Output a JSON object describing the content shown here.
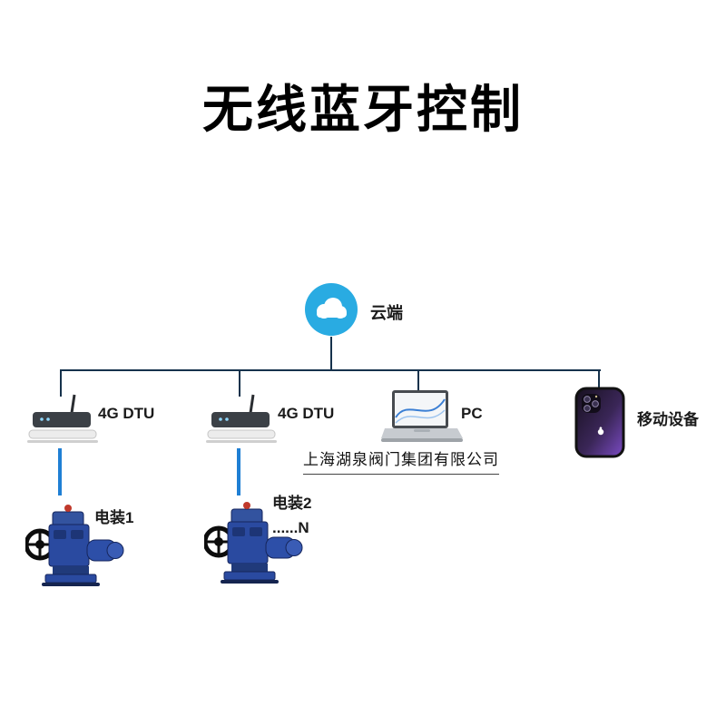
{
  "title": "无线蓝牙控制",
  "watermark": "上海湖泉阀门集团有限公司",
  "nodes": {
    "cloud": {
      "label": "云端",
      "icon": "cloud-icon"
    },
    "dtu1": {
      "label": "4G DTU",
      "icon": "router-icon"
    },
    "dtu2": {
      "label": "4G DTU",
      "icon": "router-icon"
    },
    "pc": {
      "label": "PC",
      "icon": "laptop-icon"
    },
    "mobile": {
      "label": "移动设备",
      "icon": "smartphone-icon"
    },
    "actuator1": {
      "label": "电装1",
      "icon": "valve-actuator-icon"
    },
    "actuator2": {
      "label": "电装2",
      "sublabel": "......N",
      "icon": "valve-actuator-icon"
    }
  },
  "colors": {
    "cloud_blue": "#29abe2",
    "link_blue": "#1f7fd4",
    "tree_line": "#16324c",
    "actuator_blue": "#2a4aa0",
    "phone_purple": "#7b4bc4"
  }
}
